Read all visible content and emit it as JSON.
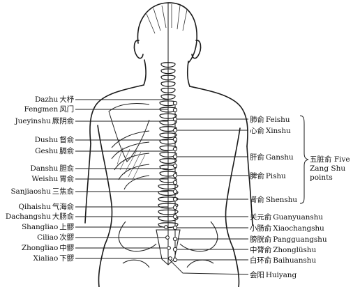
{
  "left_points": [
    {
      "id": "dazhu",
      "pinyin": "Dazhu",
      "hanzi": "大杼"
    },
    {
      "id": "fengmen",
      "pinyin": "Fengmen",
      "hanzi": "风门"
    },
    {
      "id": "jueyinshu",
      "pinyin": "Jueyinshu",
      "hanzi": "厥阴俞"
    },
    {
      "id": "dushu",
      "pinyin": "Dushu",
      "hanzi": "督俞"
    },
    {
      "id": "geshu",
      "pinyin": "Geshu",
      "hanzi": "膈俞"
    },
    {
      "id": "danshu",
      "pinyin": "Danshu",
      "hanzi": "胆俞"
    },
    {
      "id": "weishu",
      "pinyin": "Weishu",
      "hanzi": "胃俞"
    },
    {
      "id": "sanjiaoshu",
      "pinyin": "Sanjiaoshu",
      "hanzi": "三焦俞"
    },
    {
      "id": "qihaishu",
      "pinyin": "Qihaishu",
      "hanzi": "气海俞"
    },
    {
      "id": "dachangshu",
      "pinyin": "Dachangshu",
      "hanzi": "大肠俞"
    },
    {
      "id": "shangliao",
      "pinyin": "Shangliao",
      "hanzi": "上髎"
    },
    {
      "id": "ciliao",
      "pinyin": "Ciliao",
      "hanzi": "次髎"
    },
    {
      "id": "zhongliao",
      "pinyin": "Zhongliao",
      "hanzi": "中髎"
    },
    {
      "id": "xialiao",
      "pinyin": "Xialiao",
      "hanzi": "下髎"
    }
  ],
  "right_points": [
    {
      "id": "feishu",
      "hanzi": "肺俞",
      "pinyin": "Feishu"
    },
    {
      "id": "xinshu",
      "hanzi": "心俞",
      "pinyin": "Xinshu"
    },
    {
      "id": "ganshu",
      "hanzi": "肝俞",
      "pinyin": "Ganshu"
    },
    {
      "id": "pishu",
      "hanzi": "脾俞",
      "pinyin": "Pishu"
    },
    {
      "id": "shenshu",
      "hanzi": "肾俞",
      "pinyin": "Shenshu"
    },
    {
      "id": "guanyuanshu",
      "hanzi": "关元俞",
      "pinyin": "Guanyuanshu"
    },
    {
      "id": "xiaochangshu",
      "hanzi": "小肠俞",
      "pinyin": "Xiaochangshu"
    },
    {
      "id": "pangguangshu",
      "hanzi": "膀胱俞",
      "pinyin": "Pangguangshu"
    },
    {
      "id": "zhonglushu",
      "hanzi": "中膂俞",
      "pinyin": "Zhonglüshu"
    },
    {
      "id": "baihuanshu",
      "hanzi": "白环俞",
      "pinyin": "Baihuanshu"
    },
    {
      "id": "huiyang",
      "hanzi": "会阳",
      "pinyin": "Huiyang"
    }
  ],
  "group": {
    "line1": "五脏俞 Five",
    "line2": "Zang Shu points"
  }
}
